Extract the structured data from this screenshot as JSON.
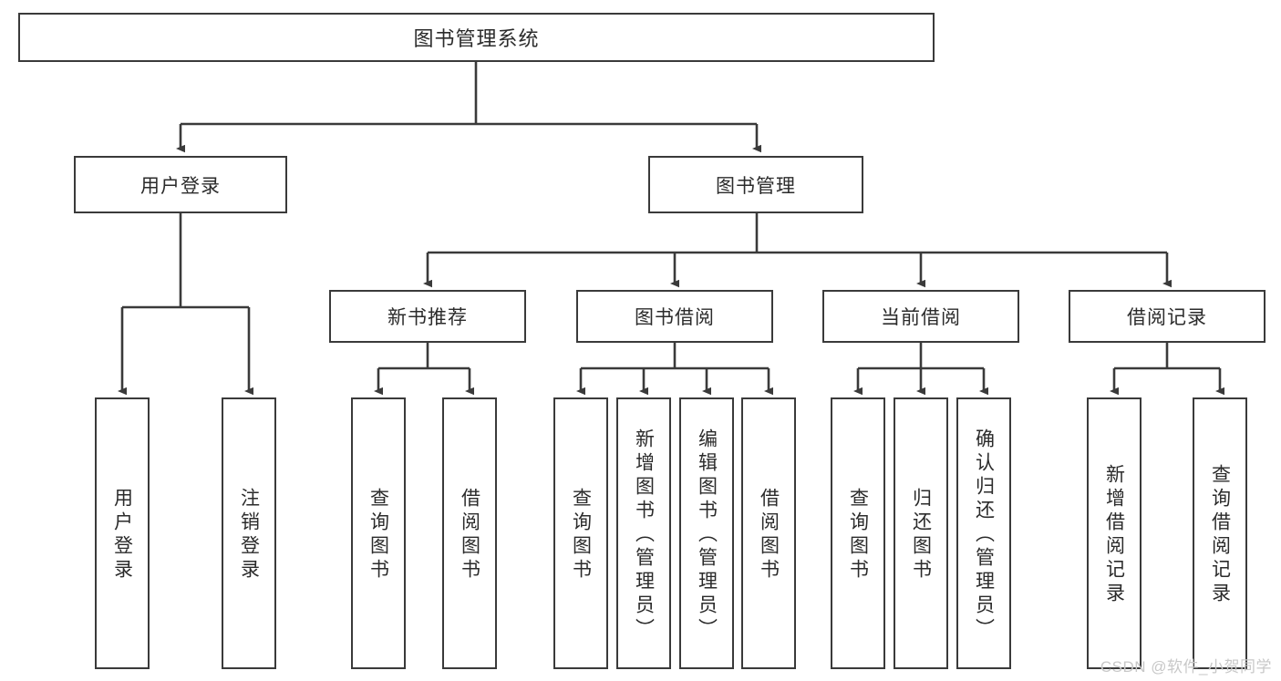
{
  "diagram": {
    "title": "图书管理系统",
    "type": "hierarchy-tree",
    "colors": {
      "box_border": "#3a3a3a",
      "box_fill": "#ffffff",
      "connector": "#3a3a3a",
      "text": "#2b2b2b",
      "watermark": "#c8c8c8",
      "background": "#ffffff"
    },
    "levels": {
      "root": {
        "label": "图书管理系统",
        "orientation": "horizontal"
      },
      "level2": [
        {
          "id": "user-login",
          "label": "用户登录",
          "orientation": "horizontal"
        },
        {
          "id": "book-management",
          "label": "图书管理",
          "orientation": "horizontal"
        }
      ],
      "level3": [
        {
          "id": "new-book-recommend",
          "label": "新书推荐",
          "orientation": "horizontal",
          "parent": "book-management"
        },
        {
          "id": "book-borrow",
          "label": "图书借阅",
          "orientation": "horizontal",
          "parent": "book-management"
        },
        {
          "id": "current-borrow",
          "label": "当前借阅",
          "orientation": "horizontal",
          "parent": "book-management"
        },
        {
          "id": "borrow-record",
          "label": "借阅记录",
          "orientation": "horizontal",
          "parent": "book-management"
        }
      ],
      "level4": [
        {
          "id": "leaf-user-login",
          "label": "用户登录",
          "orientation": "vertical",
          "parent": "user-login"
        },
        {
          "id": "leaf-logout",
          "label": "注销登录",
          "orientation": "vertical",
          "parent": "user-login"
        },
        {
          "id": "leaf-query-book-1",
          "label": "查询图书",
          "orientation": "vertical",
          "parent": "new-book-recommend"
        },
        {
          "id": "leaf-borrow-book-1",
          "label": "借阅图书",
          "orientation": "vertical",
          "parent": "new-book-recommend"
        },
        {
          "id": "leaf-query-book-2",
          "label": "查询图书",
          "orientation": "vertical",
          "parent": "book-borrow"
        },
        {
          "id": "leaf-add-book",
          "label": "新增图书（管理员）",
          "orientation": "vertical",
          "parent": "book-borrow"
        },
        {
          "id": "leaf-edit-book",
          "label": "编辑图书（管理员）",
          "orientation": "vertical",
          "parent": "book-borrow"
        },
        {
          "id": "leaf-borrow-book-2",
          "label": "借阅图书",
          "orientation": "vertical",
          "parent": "book-borrow"
        },
        {
          "id": "leaf-query-book-3",
          "label": "查询图书",
          "orientation": "vertical",
          "parent": "current-borrow"
        },
        {
          "id": "leaf-return-book",
          "label": "归还图书",
          "orientation": "vertical",
          "parent": "current-borrow"
        },
        {
          "id": "leaf-confirm-return",
          "label": "确认归还（管理员）",
          "orientation": "vertical",
          "parent": "current-borrow"
        },
        {
          "id": "leaf-add-record",
          "label": "新增借阅记录",
          "orientation": "vertical",
          "parent": "borrow-record"
        },
        {
          "id": "leaf-query-record",
          "label": "查询借阅记录",
          "orientation": "vertical",
          "parent": "borrow-record"
        }
      ]
    },
    "watermark": "CSDN @软件_小贺同学"
  }
}
